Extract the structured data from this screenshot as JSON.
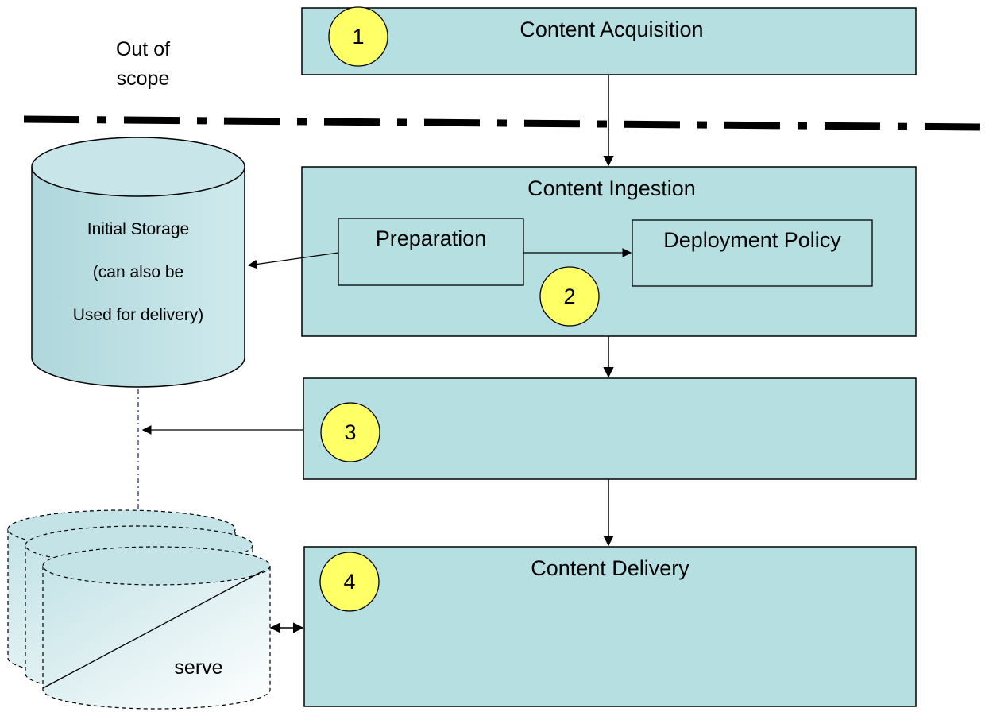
{
  "out_of_scope": {
    "line1": "Out of",
    "line2": "scope"
  },
  "acquisition": {
    "number": "1",
    "title": "Content Acquisition"
  },
  "ingestion": {
    "number": "2",
    "title": "Content Ingestion",
    "preparation": "Preparation",
    "deployment_policy": "Deployment Policy"
  },
  "distribution": {
    "number": "3"
  },
  "delivery": {
    "number": "4",
    "title": "Content Delivery"
  },
  "initial_storage": {
    "line1": "Initial Storage",
    "line2": "(can also be",
    "line3": "Used for delivery)"
  },
  "edge_storage": {
    "label": "serve"
  },
  "colors": {
    "box_fill": "#b6dfe2",
    "box_stroke": "#000000",
    "badge_fill": "#ffff66",
    "boundary_line": "#000000",
    "dotted_arrow": "#1f3c7a"
  }
}
